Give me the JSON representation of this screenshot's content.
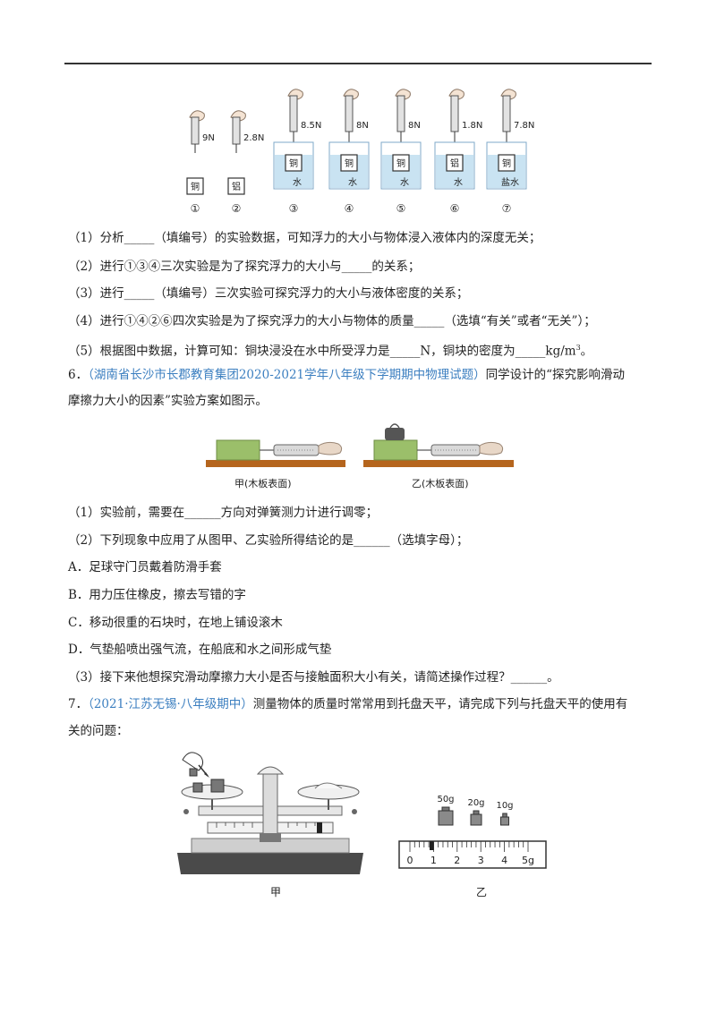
{
  "fig1": {
    "readings": [
      "9N",
      "2.8N",
      "8.5N",
      "8N",
      "8N",
      "1.8N",
      "7.8N"
    ],
    "blocks": [
      "铜",
      "铝",
      "铜",
      "铜",
      "铜",
      "铝",
      "铜"
    ],
    "liquids": [
      "水",
      "水",
      "水",
      "水",
      "盐水"
    ],
    "numbers": [
      "①",
      "②",
      "③",
      "④",
      "⑤",
      "⑥",
      "⑦"
    ]
  },
  "q5": {
    "p1": "（1）分析_____（填编号）的实验数据，可知浮力的大小与物体浸入液体内的深度无关；",
    "p2": "（2）进行①③④三次实验是为了探究浮力的大小与_____的关系；",
    "p3": "（3）进行_____（填编号）三次实验可探究浮力的大小与液体密度的关系；",
    "p4": "（4）进行①④②⑥四次实验是为了探究浮力的大小与物体的质量_____（选填“有关”或者“无关”）；",
    "p5a": "（5）根据图中数据，计算可知：铜块浸没在水中所受浮力是_____N，铜块的密度为_____kg/m",
    "p5sup": "3",
    "p5b": "。"
  },
  "q6": {
    "num": "6．",
    "source": "（湖南省长沙市长郡教育集团2020-2021学年八年级下学期期中物理试题）",
    "stem1": "同学设计的“探究影响滑动",
    "stem2": "摩擦力大小的因素”实验方案如图示。",
    "cap_a": "甲(木板表面)",
    "cap_b": "乙(木板表面)",
    "p1": "（1）实验前，需要在______方向对弹簧测力计进行调零；",
    "p2": "（2）下列现象中应用了从图甲、乙实验所得结论的是______（选填字母）；",
    "optA": "A．足球守门员戴着防滑手套",
    "optB": "B．用力压住橡皮，擦去写错的字",
    "optC": "C．移动很重的石块时，在地上铺设滚木",
    "optD": "D．气垫船喷出强气流，在船底和水之间形成气垫",
    "p3": "（3）接下来他想探究滑动摩擦力大小是否与接触面积大小有关，请简述操作过程？______。"
  },
  "q7": {
    "num": "7．",
    "source": "（2021·江苏无锡·八年级期中）",
    "stem1": "测量物体的质量时常常用到托盘天平，请完成下列与托盘天平的使用有",
    "stem2": "关的问题：",
    "weights": [
      "50g",
      "20g",
      "10g"
    ],
    "scale": [
      "0",
      "1",
      "2",
      "3",
      "4",
      "5g"
    ],
    "cap_a": "甲",
    "cap_b": "乙"
  }
}
